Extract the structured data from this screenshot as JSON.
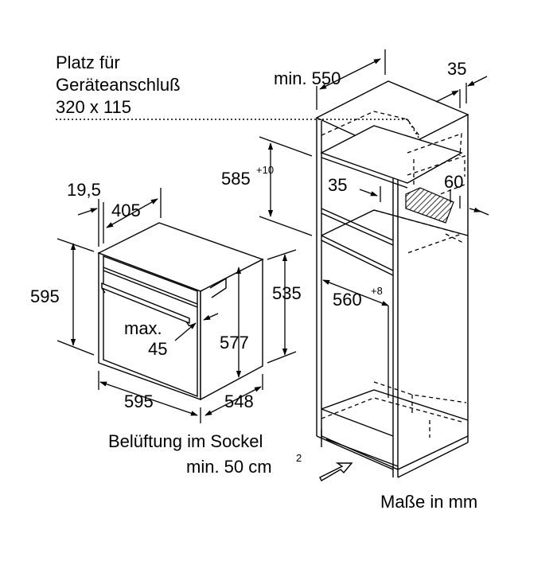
{
  "labels": {
    "connection_space": [
      "Platz für",
      "Geräteanschluß",
      "320 x 115"
    ],
    "cabinet_depth": "min. 550",
    "rear_gap": "35",
    "opening_height": "585",
    "opening_height_tol": "+10",
    "vent_depth": "35",
    "vent_width": "60",
    "opening_width": "560",
    "opening_width_tol": "+8",
    "front_offset": "19,5",
    "oven_depth_top": "405",
    "oven_height": "595",
    "oven_inner_height": "535",
    "door_height": "577",
    "door_gap": [
      "max.",
      "45"
    ],
    "oven_width": "595",
    "oven_depth": "548",
    "ventilation": "Belüftung im Sockel",
    "ventilation_area": "min. 50 cm",
    "ventilation_area_exp": "2",
    "units_note": "Maße in mm"
  }
}
